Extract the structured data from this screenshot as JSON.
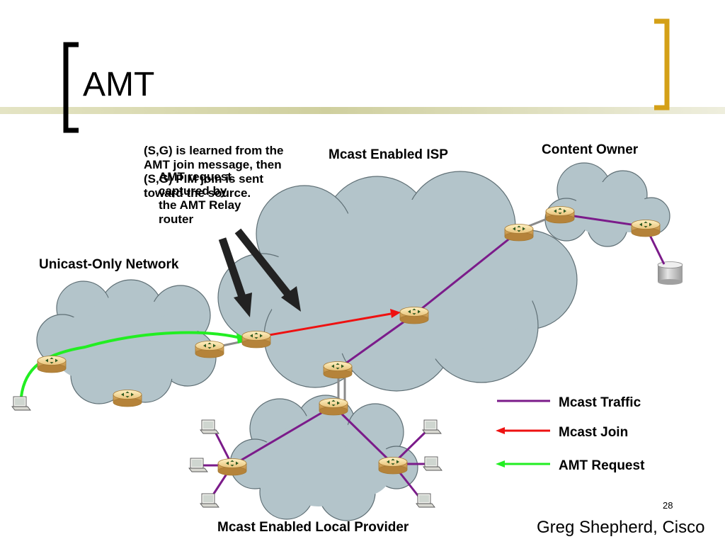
{
  "slide": {
    "title": "AMT",
    "page_number": "28",
    "author": "Greg Shepherd, Cisco"
  },
  "clouds": {
    "isp": "Mcast Enabled ISP",
    "content_owner": "Content Owner",
    "unicast": "Unicast-Only Network",
    "local_provider": "Mcast Enabled Local Provider"
  },
  "notes": {
    "learned": "(S,G) is learned from the AMT join message, then (S,G) PIM join is sent toward the source.",
    "captured": "AMT request captured by the AMT Relay router"
  },
  "legend": {
    "items": [
      {
        "label": "Mcast Traffic",
        "color": "#7b1b8a"
      },
      {
        "label": "Mcast Join",
        "color": "#ee1111"
      },
      {
        "label": "AMT Request",
        "color": "#22ee22"
      }
    ]
  },
  "colors": {
    "cloud": "#b3c4ca",
    "bracket_left": "#000000",
    "bracket_right": "#d4a017",
    "title_bar": "#cfcf9e"
  }
}
